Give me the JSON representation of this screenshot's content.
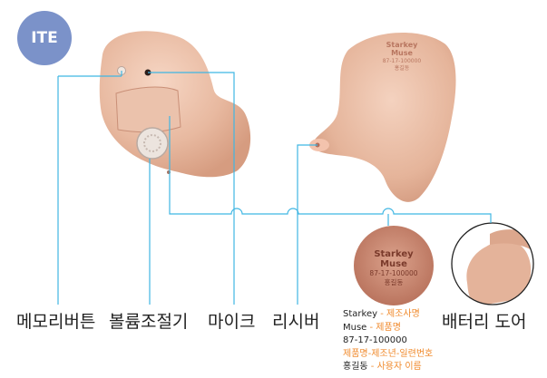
{
  "badge": "ITE",
  "labels": {
    "memory_button": "메모리버튼",
    "volume_control": "볼륨조절기",
    "microphone": "마이크",
    "receiver": "리시버",
    "battery_door": "배터리 도어"
  },
  "engraving": {
    "brand": "Starkey",
    "model": "Muse",
    "serial": "87-17-100000",
    "owner": "홍길동"
  },
  "legend": [
    {
      "value": "Starkey",
      "note": " - 제조사명"
    },
    {
      "value": "Muse",
      "note": " - 제품명"
    },
    {
      "value": "87-17-100000",
      "note": ""
    },
    {
      "value": "제품명-제조년-일련번호",
      "note": ""
    },
    {
      "value": "홍길동",
      "note": " - 사용자 이름"
    }
  ],
  "colors": {
    "badge": "#7b92c9",
    "leader_line": "#3fb6e3",
    "highlight": "#f08a2c",
    "shell": "#e8b9a0"
  }
}
